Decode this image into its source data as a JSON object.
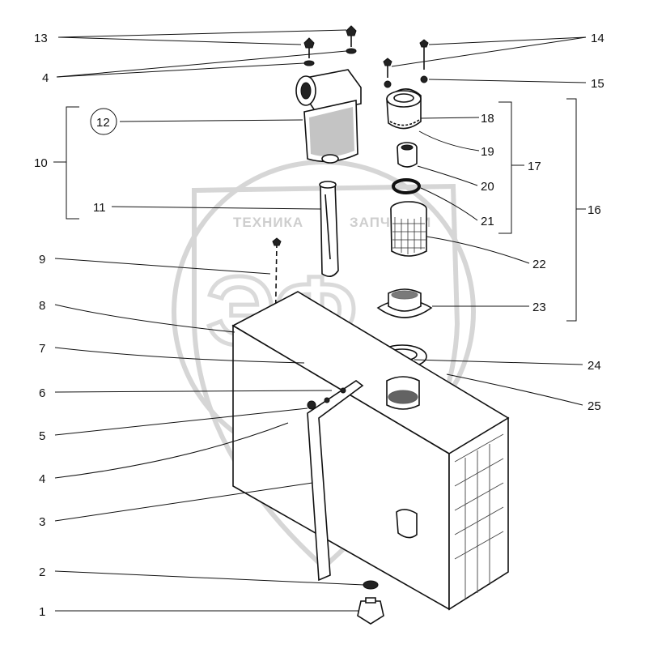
{
  "watermark": {
    "line1": "ТЕХНИКА",
    "line2": "ЗАПЧАСТИ",
    "logo": "ЭФ"
  },
  "callouts": [
    {
      "id": "c13",
      "text": "13"
    },
    {
      "id": "c4a",
      "text": "4"
    },
    {
      "id": "c12",
      "text": "12"
    },
    {
      "id": "c10",
      "text": "10"
    },
    {
      "id": "c11",
      "text": "11"
    },
    {
      "id": "c9",
      "text": "9"
    },
    {
      "id": "c8",
      "text": "8"
    },
    {
      "id": "c7",
      "text": "7"
    },
    {
      "id": "c6",
      "text": "6"
    },
    {
      "id": "c5",
      "text": "5"
    },
    {
      "id": "c4b",
      "text": "4"
    },
    {
      "id": "c3",
      "text": "3"
    },
    {
      "id": "c2",
      "text": "2"
    },
    {
      "id": "c1",
      "text": "1"
    },
    {
      "id": "c14",
      "text": "14"
    },
    {
      "id": "c15",
      "text": "15"
    },
    {
      "id": "c18",
      "text": "18"
    },
    {
      "id": "c19",
      "text": "19"
    },
    {
      "id": "c17",
      "text": "17"
    },
    {
      "id": "c20",
      "text": "20"
    },
    {
      "id": "c16",
      "text": "16"
    },
    {
      "id": "c21",
      "text": "21"
    },
    {
      "id": "c22",
      "text": "22"
    },
    {
      "id": "c23",
      "text": "23"
    },
    {
      "id": "c24",
      "text": "24"
    },
    {
      "id": "c25",
      "text": "25"
    }
  ]
}
